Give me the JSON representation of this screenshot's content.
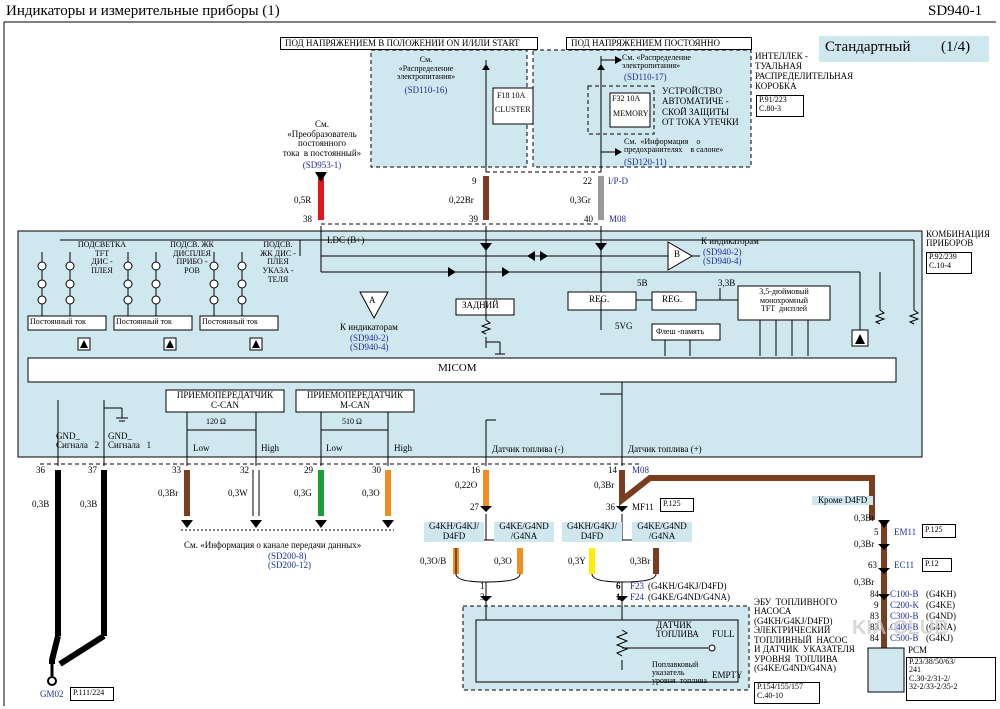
{
  "header": {
    "title": "Индикаторы     и измерительные     приборы   (1)",
    "code": "SD940-1"
  },
  "badge": {
    "label": "Стандартный",
    "page": "(1/4)"
  },
  "watermark": "KIA-CLUB",
  "top": {
    "power_on_label": "ПОД НАПРЯЖЕНИЕМ  В ПОЛОЖЕНИИ ON  И/ИЛИ START",
    "power_const_label": "ПОД НАПРЯЖЕНИЕМ  ПОСТОЯННО",
    "left_ref": "См.\n«Распределение\nэлектропитания»",
    "left_ref_code": "(SD110-16)",
    "fuse_f18": "F18  10A",
    "fuse_f18_name": "CLUSTER",
    "right_ref": "См. «Распределение\nэлектропитания»",
    "right_ref_code": "(SD110-17)",
    "fuse_f32": "F32  10A",
    "fuse_f32_name": "MEMORY",
    "leak_device": "УСТРОЙСТВО\nАВТОМАТИЧЕ -\nСКОЙ ЗАЩИТЫ\nОТ ТОКА УТЕЧКИ",
    "fuse_info_ref": "См.  «Информация    о\nпредохранителях    в салоне»",
    "fuse_info_code": "(SD120-11)",
    "ijb_label": "ИНТЕЛЛЕК -\nТУАЛЬНАЯ\nРАСПРЕДЕЛИТЕЛЬНАЯ\nКОРОБКА",
    "ijb_ref": "P.91/223\nC.80-3",
    "converter_ref": "См.\n«Преобразователь\nпостоянного\nтока  в постоянный»",
    "converter_code": "(SD953-1)"
  },
  "top_wires": {
    "w38": {
      "gauge": "0,5R",
      "pin": "38"
    },
    "w39": {
      "gauge": "0,22Br",
      "pin_top": "9",
      "pin": "39"
    },
    "w40": {
      "gauge": "0,3Gr",
      "pin_top": "22",
      "pin": "40",
      "connector_top": "I/P-D",
      "connector_bottom": "M08"
    }
  },
  "cluster": {
    "title": "КОМБИНАЦИЯ\nПРИБОРОВ",
    "ref": "P.92/239\nC.10-4",
    "ldc": "LDC (B+)",
    "backlight_tft": "ПОДСВЕТКА\nTFT\nДИС -\nПЛЕЯ",
    "backlight_lcd_dev": "ПОДСВ. ЖК\nДИСПЛЕЯ\nПРИБО -\nРОВ",
    "backlight_lcd_ind": "ПОДСВ.\nЖК ДИС -\nПЛЕЯ\nУКАЗА -\nТЕЛЯ",
    "dc": "Постоянный    ток",
    "rear": "ЗАДНИЙ",
    "reg": "REG.",
    "reg2": "REG.",
    "v5": "5B",
    "v33": "3,3B",
    "vg5": "5VG",
    "tft_display": "3,5-дюймовый\nмонохромный\nTFT  дисплей",
    "flash": "Флеш -память",
    "micom": "MICOM",
    "to_ind_a": "К индикаторам",
    "to_ind_a_codes": "(SD940-2)\n(SD940-4)",
    "to_ind_b": "К индикаторам",
    "to_ind_b_codes": "(SD940-2)\n(SD940-4)",
    "tri_a": "A",
    "tri_b": "B",
    "ccan": "ПРИЕМОПЕРЕДАТЧИК\nC-CAN",
    "mcan": "ПРИЕМОПЕРЕДАТЧИК\nM-CAN",
    "r120": "120 Ω",
    "r510": "510 Ω",
    "low1": "Low",
    "high1": "High",
    "low2": "Low",
    "high2": "High",
    "gnd2": "GND_\nСигнала   2",
    "gnd1": "GND_\nСигнала   1",
    "fuel_minus": "Датчик  топлива (-)",
    "fuel_plus": "Датчик  топлива (+)"
  },
  "bottom_pins": [
    {
      "pin": "36",
      "gauge": "0,3B"
    },
    {
      "pin": "37",
      "gauge": "0,3B"
    },
    {
      "pin": "33",
      "gauge": "0,3Br"
    },
    {
      "pin": "32",
      "gauge": "0,3W"
    },
    {
      "pin": "29",
      "gauge": "0,3G"
    },
    {
      "pin": "30",
      "gauge": "0,3O"
    },
    {
      "pin": "16",
      "gauge": "0,22O"
    },
    {
      "pin": "14",
      "gauge": "0,3Br"
    }
  ],
  "m08_bottom": "M08",
  "can_ref": "См. «Информация    о канале   передачи   данных»",
  "can_codes": "(SD200-8)\n(SD200-12)",
  "ground": {
    "label": "GM02",
    "ref": "P.111/224"
  },
  "lower": {
    "pin27": "27",
    "pin36": "36",
    "mf11": "MF11",
    "mf11_ref": "P.125",
    "var_a": "G4KH/G4KJ/\nD4FD",
    "var_b": "G4KE/G4ND\n/G4NA",
    "var_c": "G4KH/G4KJ/\nD4FD",
    "var_d": "G4KE/G4ND\n/G4NA",
    "g_ob": "0,3O/B",
    "g_o": "0,3O",
    "g_y": "0,3Y",
    "g_br": "0,3Br",
    "p1a": "1",
    "p3a": "3",
    "p6": "6",
    "p1b": "1",
    "f23": "F23",
    "f23_txt": "(G4KH/G4KJ/D4FD)",
    "f24": "F24",
    "f24_txt": "(G4KE/G4ND/G4NA)",
    "sensor": "ДАТЧИК\nТОПЛИВА",
    "full": "FULL",
    "empty": "EMPTY",
    "float": "Поплавковый\nуказатель\nуровня  топлива",
    "ecu_name": "ЭБУ  ТОПЛИВНОГО\nНАСОСА\n(G4KH/G4KJ/D4FD)\nЭЛЕКТРИЧЕСКИЙ\nТОПЛИВНЫЙ  НАСОС\nИ ДАТЧИК  УКАЗАТЕЛЯ\nУРОВНЯ  ТОПЛИВА\n(G4KE/G4ND/G4NA)",
    "ecu_ref": "P.154/155/157\nC.40-10"
  },
  "right": {
    "except": "Кроме  D4FD",
    "g1": "0,3Br",
    "p5": "5",
    "em11": "EM11",
    "em11_ref": "P.125",
    "g2": "0,3Br",
    "p63": "63",
    "ec11": "EC11",
    "ec11_ref": "P.12",
    "g3": "0,3Br",
    "pins": [
      "84",
      "9",
      "83",
      "83",
      "84"
    ],
    "codes": [
      "C100-B",
      "C200-K",
      "C300-B",
      "C400-B",
      "C500-B"
    ],
    "engines": [
      "(G4KH)",
      "(G4KE)",
      "(G4ND)",
      "(G4NA)",
      "(G4KJ)"
    ],
    "pcm": "PCM",
    "pcm_ref": "P.23/38/50/63/\n241\nC.30-2/31-2/\n32-2/33-2/35-2"
  }
}
